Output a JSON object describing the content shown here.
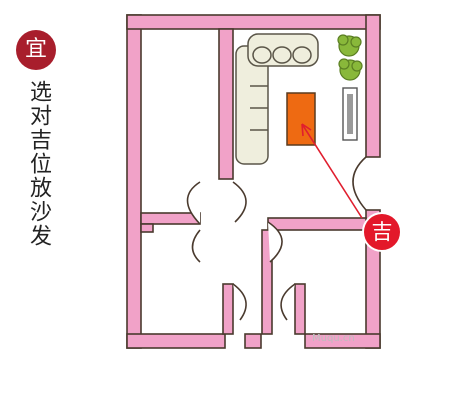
{
  "header": {
    "badge_char": "宜",
    "title": "选对吉位放沙发"
  },
  "marker": {
    "char": "吉"
  },
  "watermark": "Muqu.cn",
  "colors": {
    "wall_fill": "#f1a2c8",
    "wall_stroke": "#4a3a2e",
    "badge_red": "#a81e2c",
    "marker_red": "#e3182a",
    "sofa_fill": "#efeedd",
    "sofa_stroke": "#5a5548",
    "table_fill": "#ee6a12",
    "plant_green": "#89b83a",
    "arrow_red": "#e01e2e"
  },
  "icons": [
    "sofa-icon",
    "coffee-table-icon",
    "plant-icon",
    "tv-cabinet-icon",
    "door-icon"
  ]
}
